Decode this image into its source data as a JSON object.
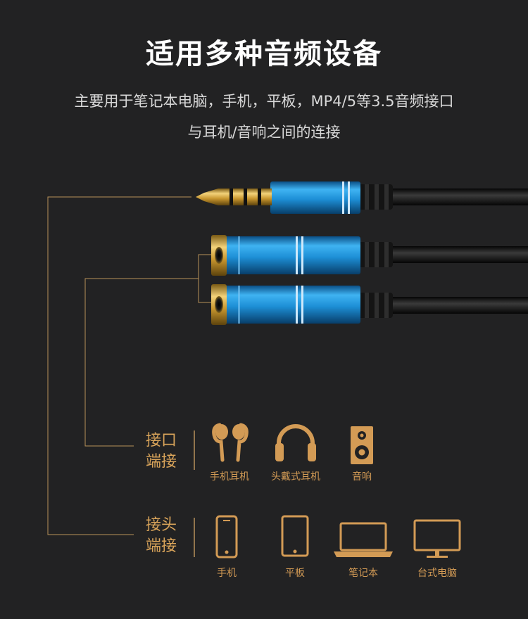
{
  "header": {
    "title": "适用多种音频设备",
    "subtitle_line1": "主要用于笔记本电脑，手机，平板，MP4/5等3.5音频接口",
    "subtitle_line2": "与耳机/音响之间的连接"
  },
  "colors": {
    "background": "#222223",
    "accent_gold": "#d9a45a",
    "plug_blue": "#1d8fd6",
    "gold_metal": "#d7a83a",
    "cable_black": "#111111"
  },
  "socket_group": {
    "label_line1": "接口",
    "label_line2": "端接",
    "devices": [
      {
        "icon": "earbuds-icon",
        "label": "手机耳机"
      },
      {
        "icon": "headphones-icon",
        "label": "头戴式耳机"
      },
      {
        "icon": "speaker-icon",
        "label": "音响"
      }
    ]
  },
  "plug_group": {
    "label_line1": "接头",
    "label_line2": "端接",
    "devices": [
      {
        "icon": "phone-icon",
        "label": "手机"
      },
      {
        "icon": "tablet-icon",
        "label": "平板"
      },
      {
        "icon": "laptop-icon",
        "label": "笔记本"
      },
      {
        "icon": "monitor-icon",
        "label": "台式电脑"
      }
    ]
  }
}
